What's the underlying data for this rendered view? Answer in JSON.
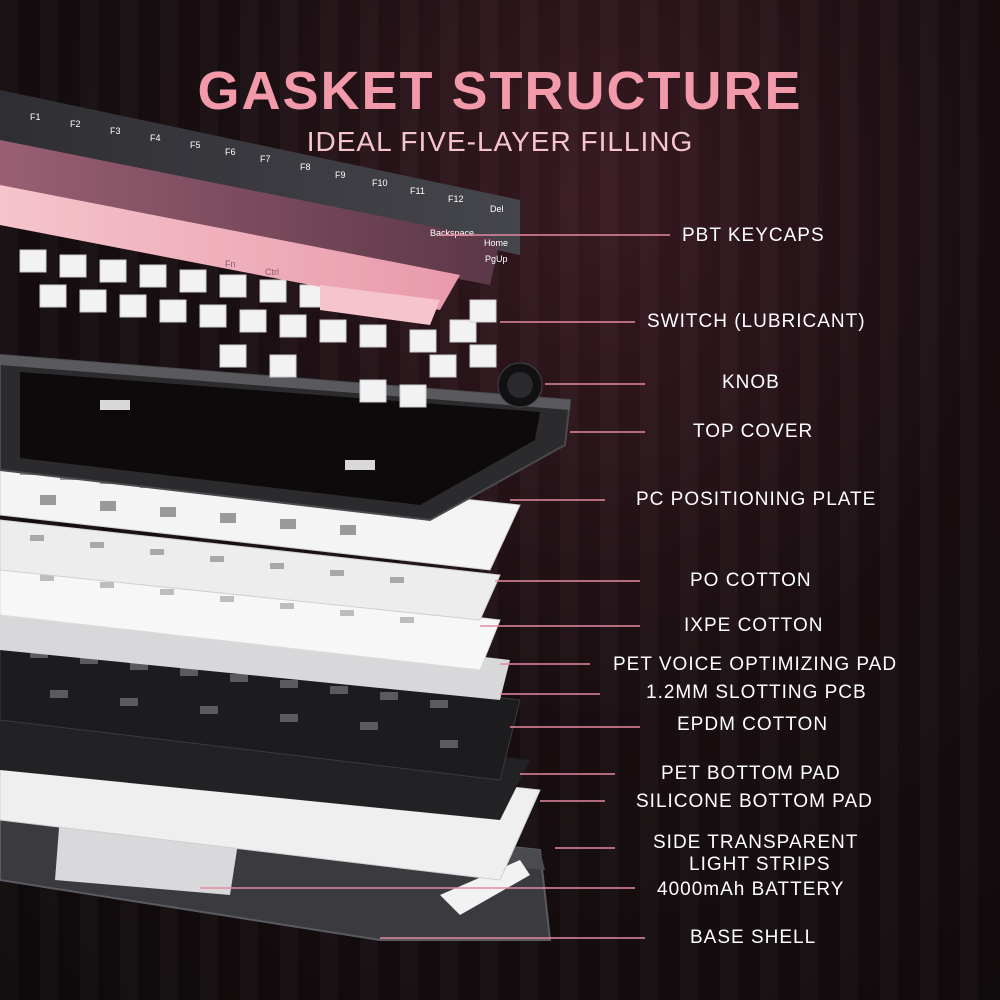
{
  "header": {
    "title": "GASKET STRUCTURE",
    "subtitle": "IDEAL FIVE-LAYER FILLING"
  },
  "layers": [
    {
      "label": "PBT KEYCAPS"
    },
    {
      "label": "SWITCH (LUBRICANT)"
    },
    {
      "label": "KNOB"
    },
    {
      "label": "TOP COVER"
    },
    {
      "label": "PC POSITIONING PLATE"
    },
    {
      "label": "PO COTTON"
    },
    {
      "label": "IXPE COTTON"
    },
    {
      "label": "PET VOICE OPTIMIZING PAD"
    },
    {
      "label": "1.2MM SLOTTING PCB"
    },
    {
      "label": "EPDM COTTON"
    },
    {
      "label": "PET BOTTOM PAD"
    },
    {
      "label": "SILICONE BOTTOM PAD"
    },
    {
      "label_line1": "SIDE TRANSPARENT",
      "label_line2": "LIGHT STRIPS"
    },
    {
      "label": "4000mAh BATTERY"
    },
    {
      "label": "BASE SHELL"
    }
  ],
  "keycap_legends": [
    "F1",
    "F2",
    "F3",
    "F4",
    "F5",
    "F6",
    "F7",
    "F8",
    "F9",
    "F10",
    "F11",
    "F12",
    "Del",
    "Backspace",
    "Home",
    "PgUp",
    "Fn",
    "Ctrl"
  ],
  "colors": {
    "accent_pink": "#f39aaa",
    "leader_line": "#e58aa0",
    "keycap_dark": "#3a3a40",
    "keycap_pink": "#f2b6c0",
    "keycap_mauve": "#7a4a5c",
    "switch_white": "#f0f0f0",
    "frame_dark": "#2b2b2e",
    "plate_white": "#f4f4f4",
    "pcb_dark": "#1c1c1e"
  }
}
